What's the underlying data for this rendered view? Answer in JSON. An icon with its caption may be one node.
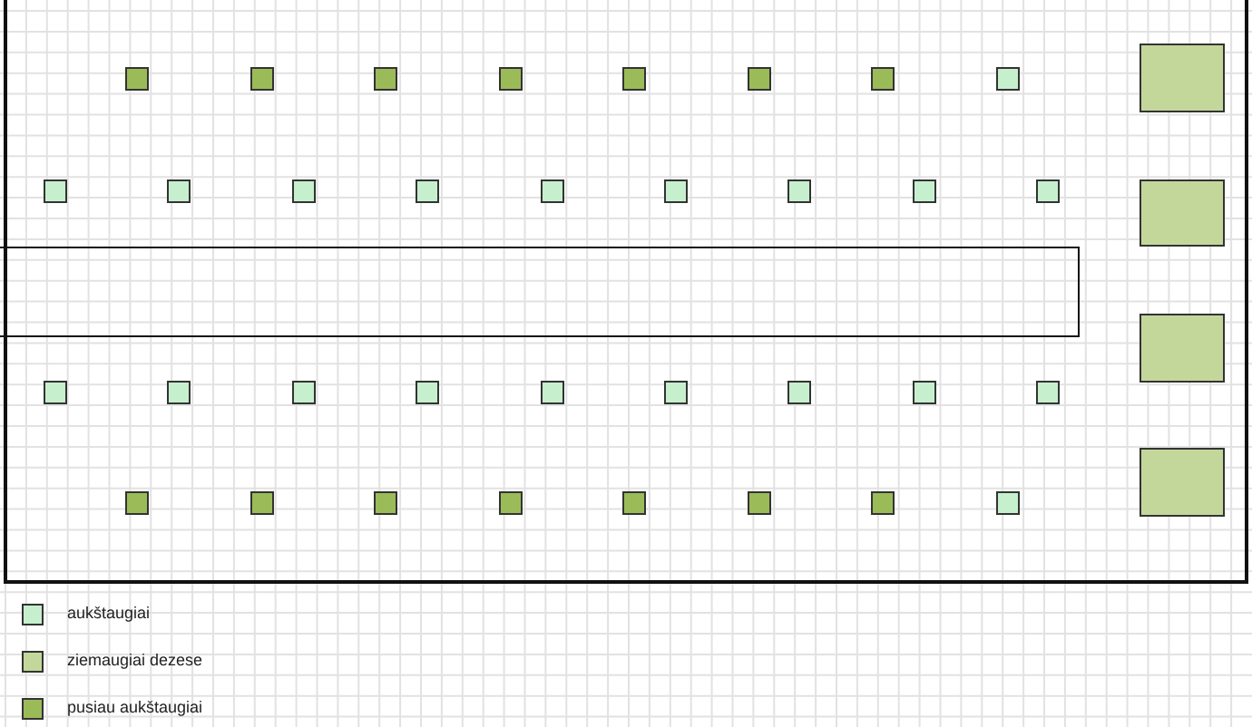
{
  "diagram": {
    "nodes": [
      {
        "text": [],
        "shape": "box"
      },
      {
        "text": [],
        "shape": "box",
        "in": 0
      },
      {
        "text": [],
        "shape": "box",
        "in": 0
      },
      {
        "text": [],
        "shape": "box",
        "in": 0
      },
      {
        "text": [],
        "shape": "box",
        "in": 0
      },
      {
        "text": [],
        "shape": "box",
        "in": 0
      },
      {
        "text": [],
        "shape": "box",
        "in": 0
      },
      {
        "text": [],
        "shape": "box",
        "in": 0
      },
      {
        "text": [],
        "shape": "box",
        "in": 0
      },
      {
        "text": [],
        "shape": "box",
        "in": 0
      },
      {
        "text": [],
        "shape": "box",
        "in": 0
      },
      {
        "text": [],
        "shape": "box",
        "in": 0
      },
      {
        "text": [],
        "shape": "box",
        "in": 0
      },
      {
        "text": [],
        "shape": "box",
        "in": 0
      },
      {
        "text": [],
        "shape": "box",
        "in": 0
      },
      {
        "text": [],
        "shape": "box",
        "in": 0
      },
      {
        "text": [],
        "shape": "box",
        "in": 0
      },
      {
        "text": [],
        "shape": "box",
        "in": 0
      },
      {
        "text": [],
        "shape": "box",
        "in": 0
      },
      {
        "text": [],
        "shape": "box",
        "in": 0
      },
      {
        "text": [],
        "shape": "box",
        "in": 0
      },
      {
        "text": [],
        "shape": "box",
        "in": 0
      },
      {
        "text": [],
        "shape": "box",
        "in": 0
      },
      {
        "text": [],
        "shape": "box",
        "in": 0
      },
      {
        "text": [],
        "shape": "box",
        "in": 0
      },
      {
        "text": [],
        "shape": "box",
        "in": 0
      },
      {
        "text": [],
        "shape": "box",
        "in": 0
      },
      {
        "text": [],
        "shape": "box",
        "in": 0
      },
      {
        "text": [],
        "shape": "box",
        "in": 0
      },
      {
        "text": [],
        "shape": "box",
        "in": 0
      },
      {
        "text": [],
        "shape": "box",
        "in": 0
      },
      {
        "text": [],
        "shape": "box",
        "in": 0
      },
      {
        "text": [],
        "shape": "box",
        "in": 0
      },
      {
        "text": [],
        "shape": "box",
        "in": 0
      },
      {
        "text": [],
        "shape": "box",
        "in": 0
      },
      {
        "text": [],
        "shape": "box",
        "in": 0
      },
      {
        "text": [],
        "shape": "box",
        "in": 0
      },
      {
        "text": [],
        "shape": "box",
        "in": 0
      },
      {
        "text": [],
        "shape": "box",
        "in": 0
      },
      {
        "text": [],
        "shape": "box",
        "in": 0
      }
    ],
    "legend": [
      {
        "text": "aukštaugiai",
        "color": "#c6efce"
      },
      {
        "text": "ziemaugiai dezese",
        "color": "#c4d79b"
      },
      {
        "text": "pusiau aukštaugiai",
        "color": "#9bbb59"
      }
    ]
  }
}
